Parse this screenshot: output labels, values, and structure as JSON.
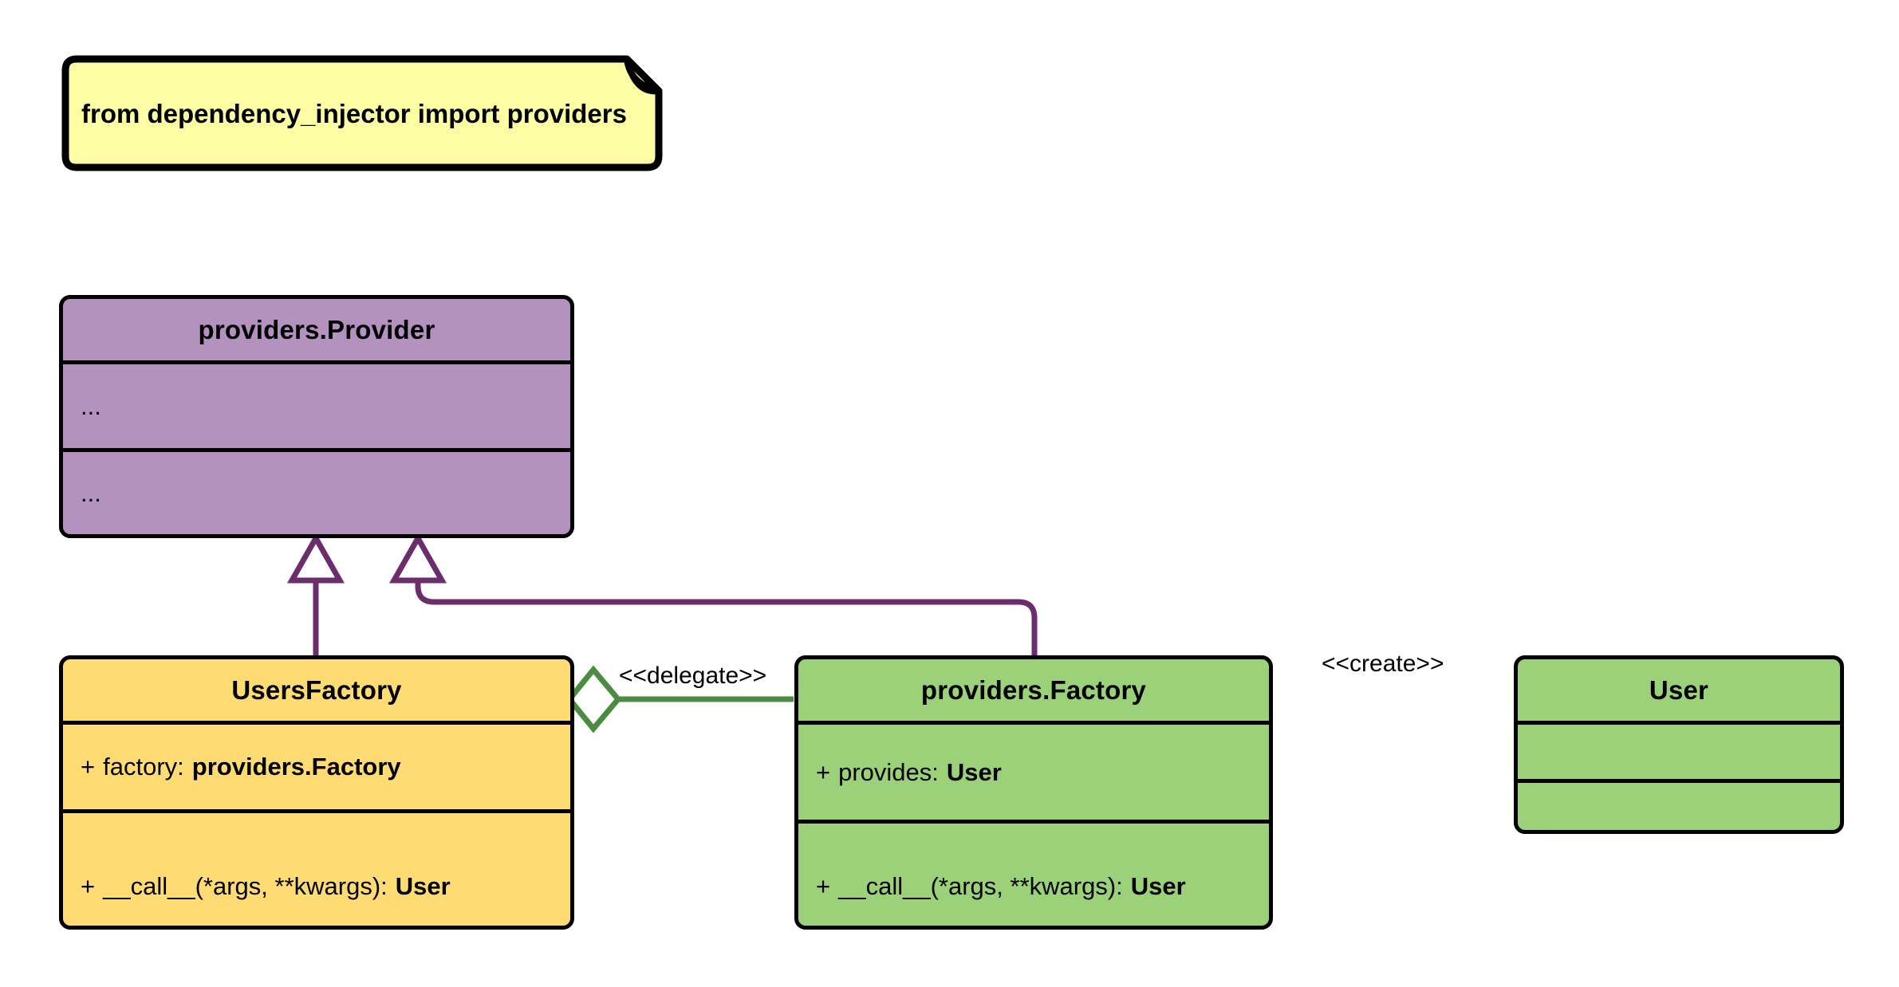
{
  "diagram": {
    "kind": "uml-class-diagram",
    "background": "#ffffff",
    "palette": {
      "note_fill": "#FDFDA4",
      "note_fold_fill": "#CCCC8C",
      "purple_fill": "#B492C0",
      "yellow_fill": "#FFDC73",
      "green_fill": "#9BD279",
      "border": "#000000",
      "purple_edge": "#6B2D6B",
      "green_edge": "#4C8C42"
    }
  },
  "note": {
    "text": "from dependency_injector import providers",
    "icon": "note-fold-icon"
  },
  "nodes": {
    "provider": {
      "title": "providers.Provider",
      "attributes": "...",
      "operations": "..."
    },
    "users_factory": {
      "title": "UsersFactory",
      "attribute_visibility": "+",
      "attribute_name": "factory:",
      "attribute_type": "providers.Factory",
      "operation_visibility": "+",
      "operation_name": "__call__(*args, **kwargs):",
      "operation_type": "User"
    },
    "providers_factory": {
      "title": "providers.Factory",
      "attribute_visibility": "+",
      "attribute_name": "provides:",
      "attribute_type": "User",
      "operation_visibility": "+",
      "operation_name": "__call__(*args, **kwargs):",
      "operation_type": "User"
    },
    "user": {
      "title": "User",
      "attributes": "",
      "operations": ""
    }
  },
  "edges": {
    "users_factory_inherits_provider": {
      "type": "generalization",
      "from": "UsersFactory",
      "to": "providers.Provider",
      "label": "",
      "color": "#6B2D6B",
      "arrowhead": "hollow-triangle-icon"
    },
    "providers_factory_inherits_provider": {
      "type": "generalization",
      "from": "providers.Factory",
      "to": "providers.Provider",
      "label": "",
      "color": "#6B2D6B",
      "arrowhead": "hollow-triangle-icon"
    },
    "delegate": {
      "type": "aggregation",
      "from": "UsersFactory",
      "to": "providers.Factory",
      "label": "<<delegate>>",
      "color": "#4C8C42",
      "arrowhead": "hollow-diamond-icon"
    },
    "create": {
      "type": "dependency",
      "from": "providers.Factory",
      "to": "User",
      "label": "<<create>>",
      "color": "#4C8C42",
      "arrowhead": "open-arrow-icon",
      "line_style": "dashed"
    }
  }
}
